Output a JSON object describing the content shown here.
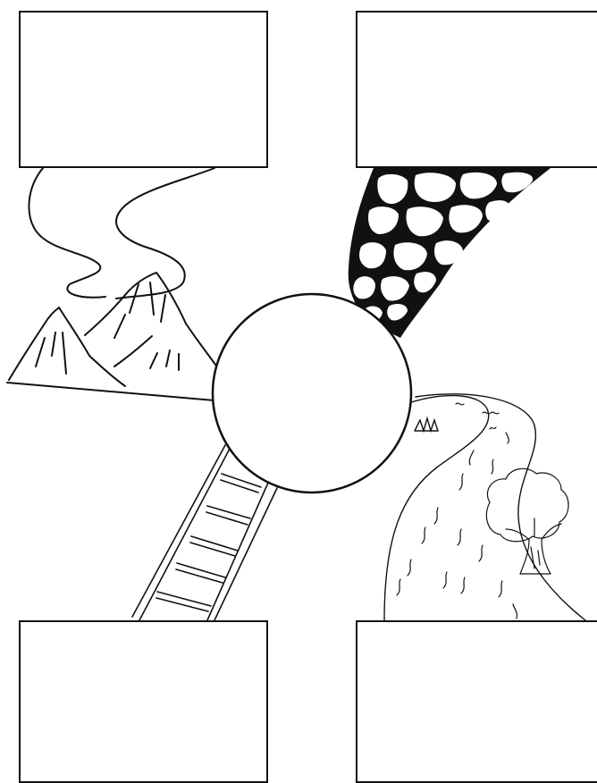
{
  "worksheet": {
    "panels": {
      "top_left": "",
      "top_right": "",
      "bottom_left": "",
      "bottom_right": "",
      "center": ""
    },
    "images": [
      "winding-road-mountains",
      "stone-wall",
      "ladder",
      "river-with-tree"
    ]
  }
}
